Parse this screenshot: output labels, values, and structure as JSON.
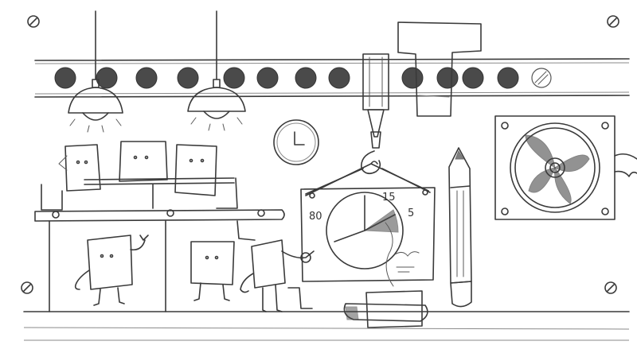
{
  "scene": {
    "chart_labels": {
      "top": "15",
      "right": "5",
      "left": "80"
    },
    "colors": {
      "ink": "#3a3a3a",
      "paper": "#ffffff",
      "shade": "#4a4a4a"
    },
    "icons": [
      "screw-icon",
      "clock-icon",
      "fan-icon",
      "pencil-icon",
      "lamp-icon",
      "crane-hook-icon",
      "laptop-icon",
      "pie-chart-icon"
    ]
  }
}
